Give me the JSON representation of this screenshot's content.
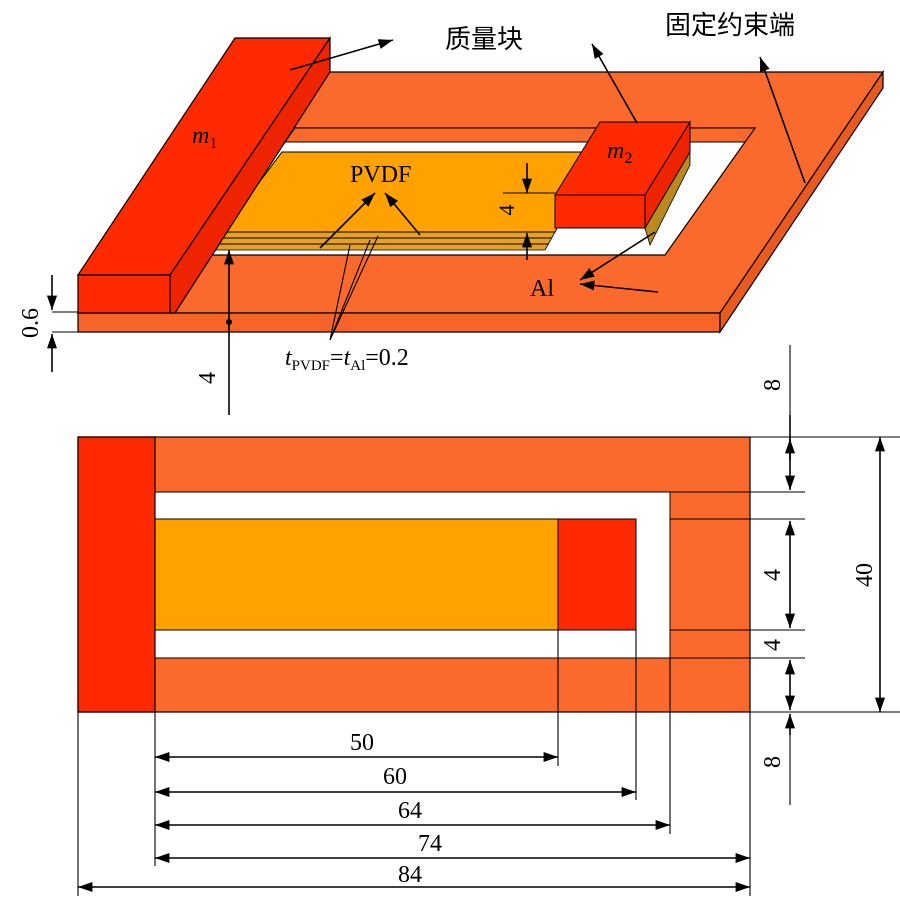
{
  "labels": {
    "mass_block": "质量块",
    "fixed_end": "固定约束端",
    "m1": "m",
    "m1_sub": "1",
    "m2": "m",
    "m2_sub": "2",
    "pvdf": "PVDF",
    "al": "Al",
    "thickness_t": "t",
    "thickness_sub_pvdf": "PVDF",
    "thickness_eq1": "=",
    "thickness_t2": "t",
    "thickness_sub_al": "Al",
    "thickness_value": "=0.2"
  },
  "dimensions": {
    "base_thickness": "0.6",
    "mass_height": "4",
    "gap_height": "4",
    "top_margin": "8",
    "bottom_margin": "8",
    "beam_width": "4",
    "gap_width": "4",
    "total_width": "40",
    "len_50": "50",
    "len_60": "60",
    "len_64": "64",
    "len_74": "74",
    "len_84": "84"
  },
  "colors": {
    "frame": "#FA6A2C",
    "mass": "#FF2A00",
    "pvdf": "#FFA200",
    "hole": "#FFFFFF"
  }
}
